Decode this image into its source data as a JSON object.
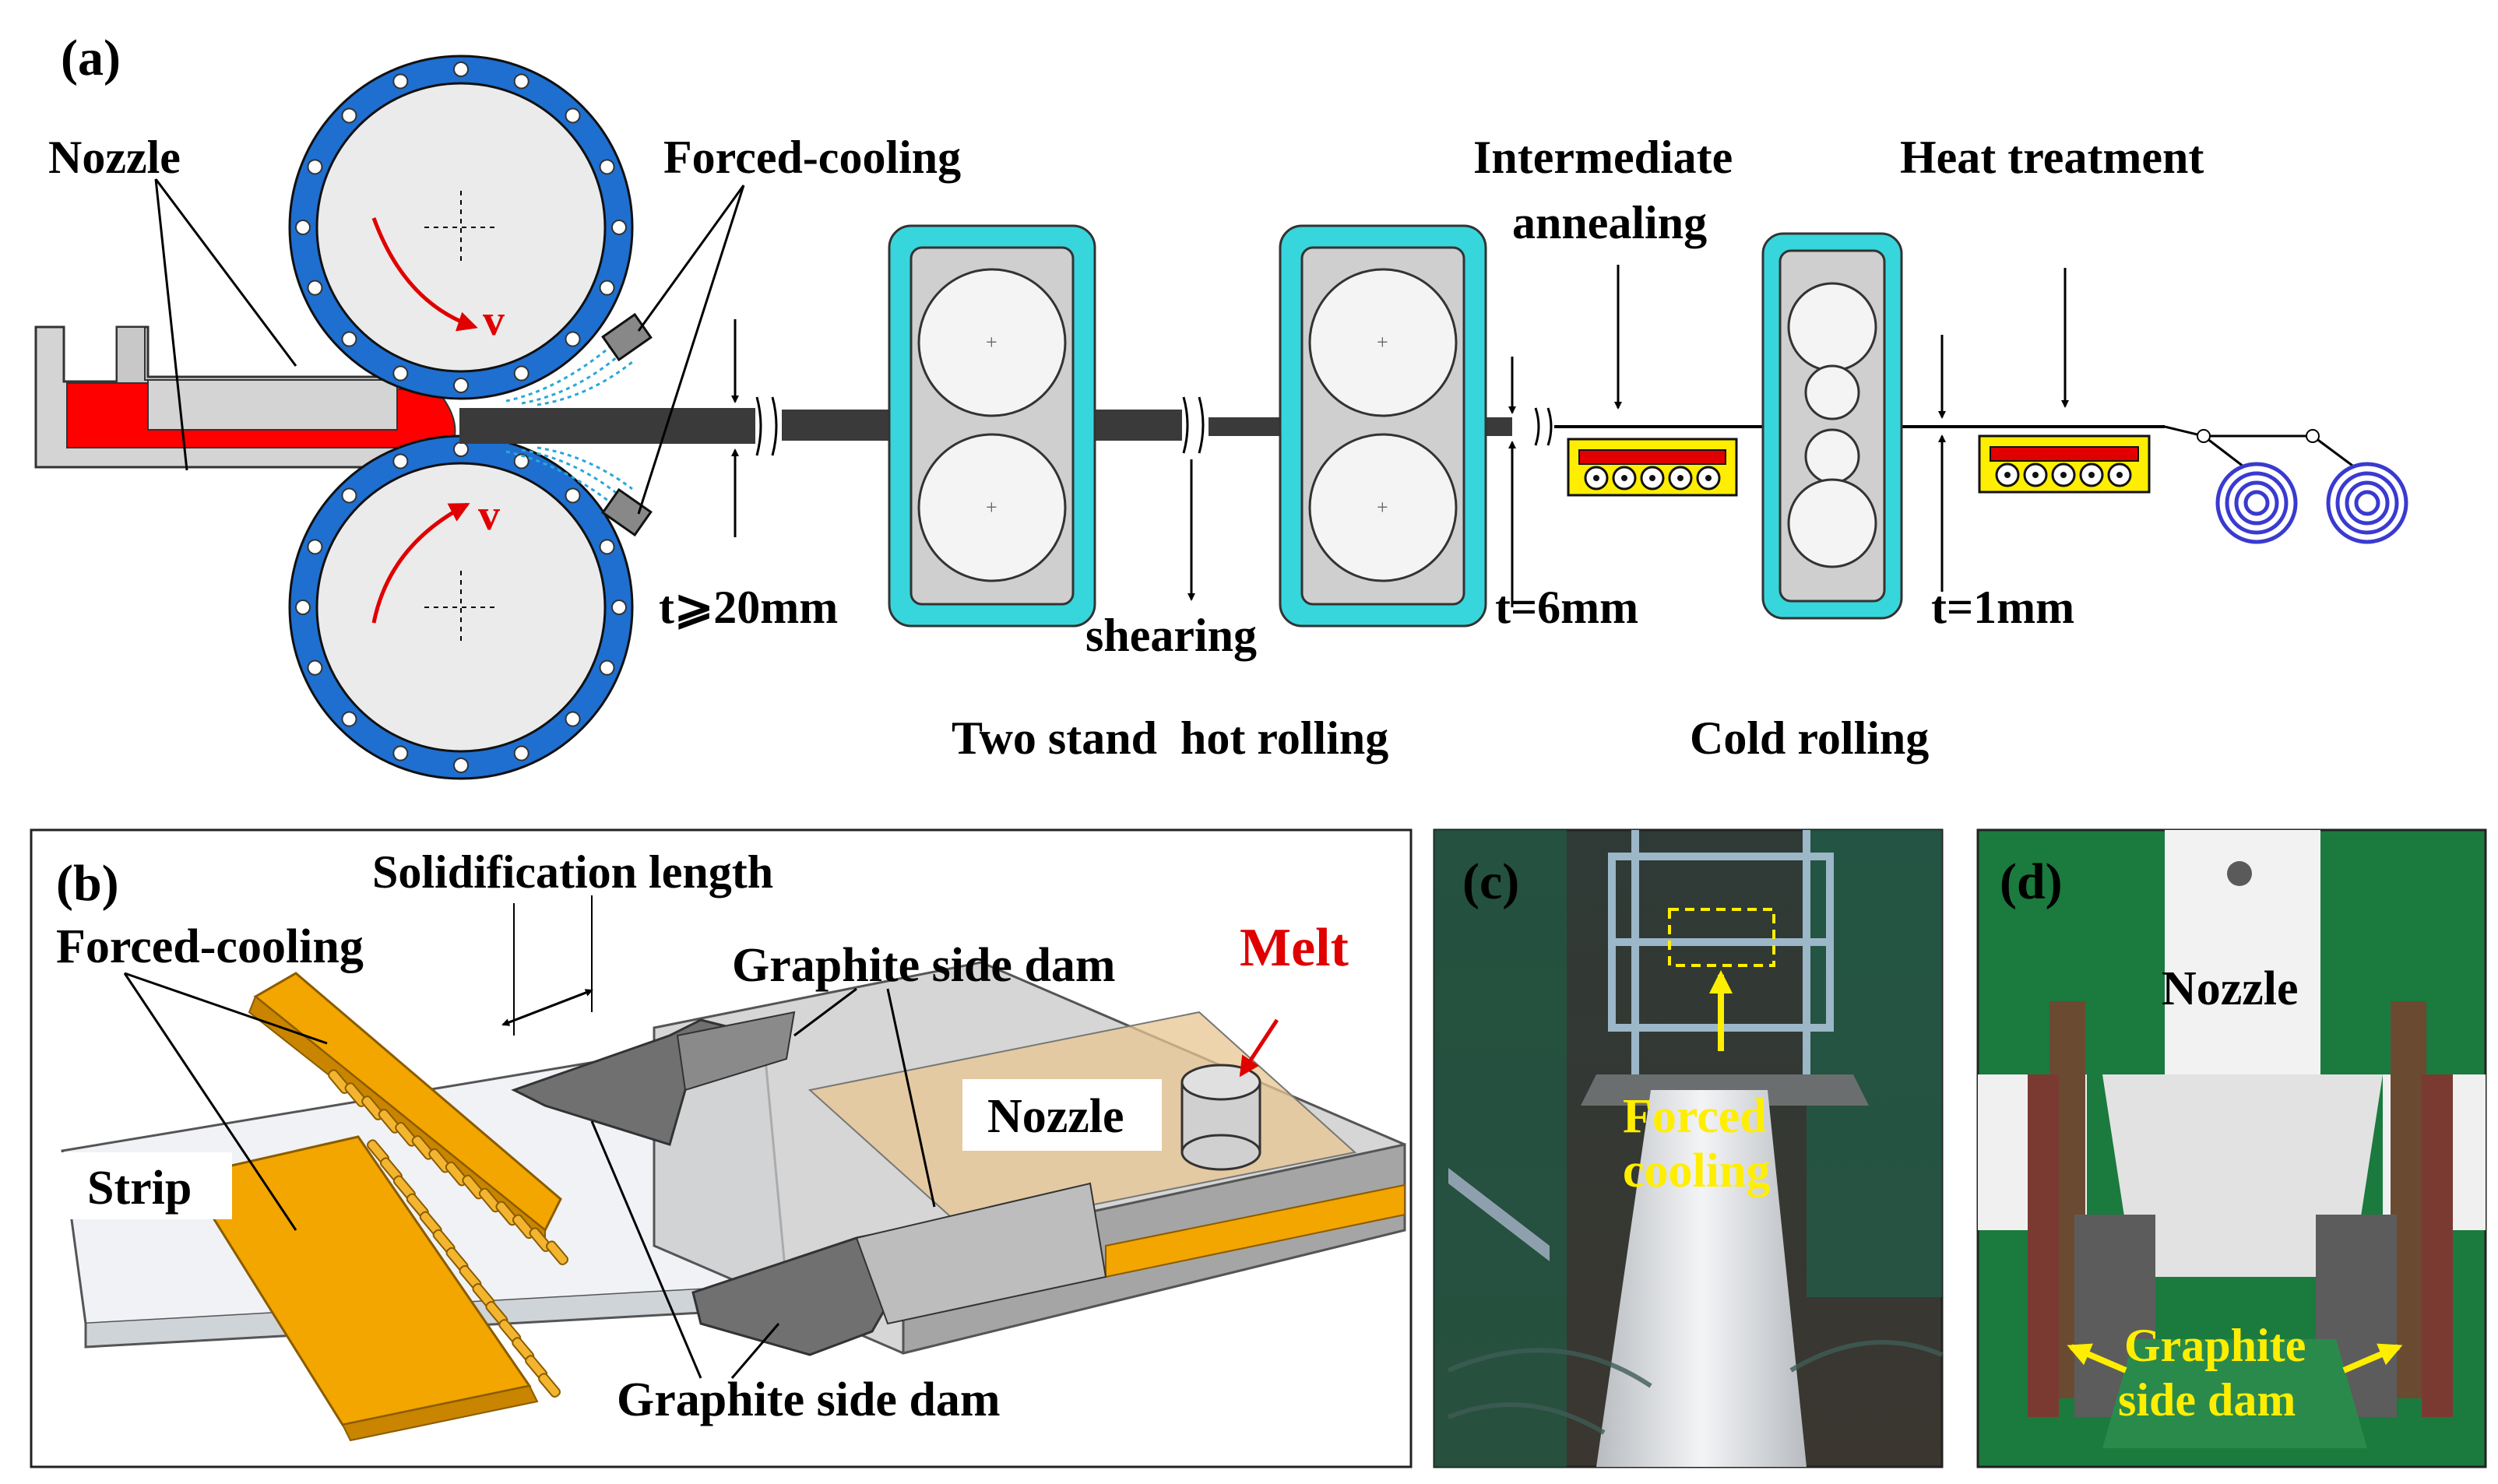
{
  "panel_a": {
    "label": "(a)",
    "nozzle": "Nozzle",
    "forced_cooling": "Forced-cooling",
    "roll_speed": "v",
    "thickness_cast": "t⩾20mm",
    "shearing": "shearing",
    "hot_rolling": "Two stand  hot rolling",
    "thickness_hot": "t=6mm",
    "intermediate_annealing_1": "Intermediate",
    "intermediate_annealing_2": "annealing",
    "cold_rolling": "Cold rolling",
    "thickness_cold": "t=1mm",
    "heat_treatment": "Heat treatment"
  },
  "panel_b": {
    "label": "(b)",
    "solidification_length": "Solidification length",
    "forced_cooling": "Forced-cooling",
    "graphite_side_dam_top": "Graphite side dam",
    "melt": "Melt",
    "nozzle": "Nozzle",
    "strip": "Strip",
    "graphite_side_dam_bottom": "Graphite side dam"
  },
  "panel_c": {
    "label": "(c)",
    "forced_cooling_1": "Forced",
    "forced_cooling_2": "cooling"
  },
  "panel_d": {
    "label": "(d)",
    "nozzle": "Nozzle",
    "graphite_1": "Graphite",
    "graphite_2": "side dam"
  },
  "colors": {
    "roll_ring": "#1e6fd0",
    "stand_housing": "#37d6dc",
    "melt": "#ff0000",
    "heater": "#ffee00",
    "coil": "#3a3ad0",
    "cooling_part": "#f3a500",
    "photo_label": "#ffee00"
  }
}
